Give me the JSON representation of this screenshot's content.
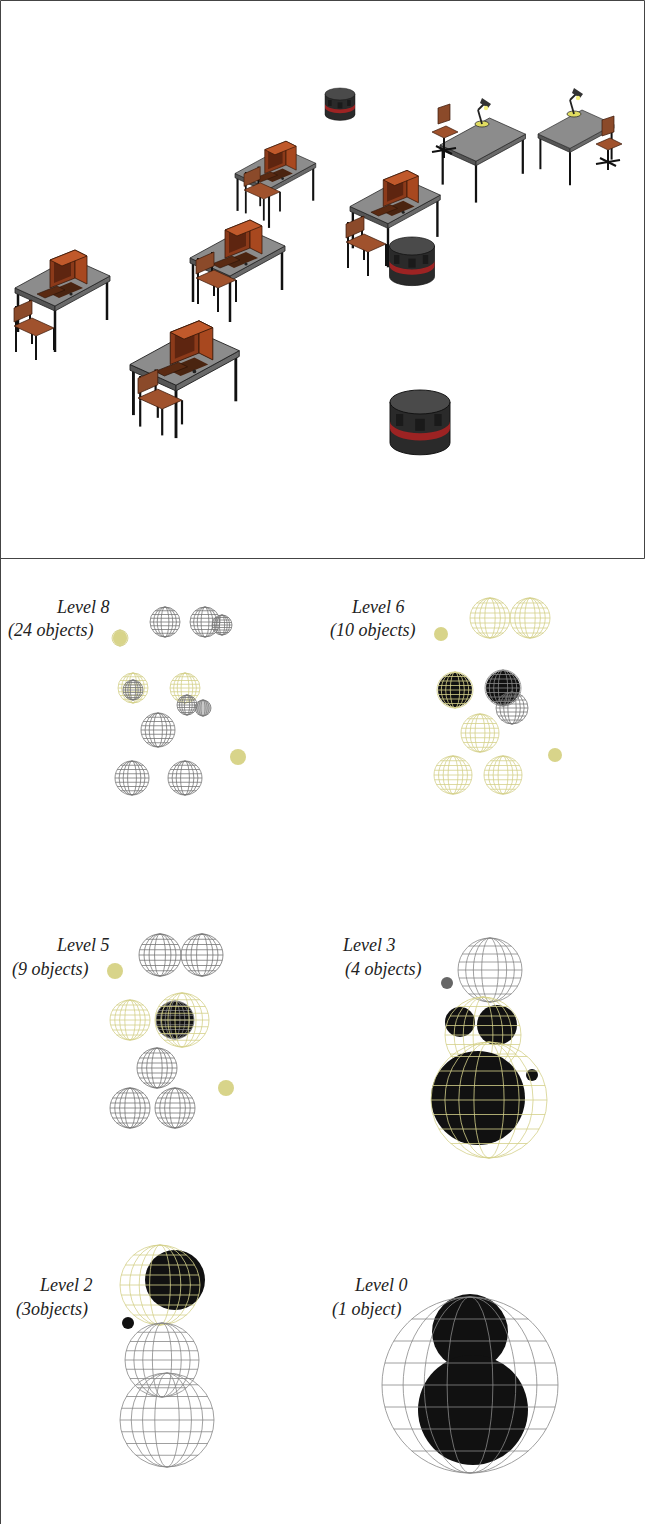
{
  "diagram": {
    "labels": [
      "Level 8",
      "(24 objects)",
      "Level 6",
      "(10 objects)",
      "Level 5",
      "(9 objects)",
      "Level 3",
      "(4 objects)",
      "Level 2",
      "(3objects)",
      "Level 0",
      "(1 object)"
    ]
  }
}
